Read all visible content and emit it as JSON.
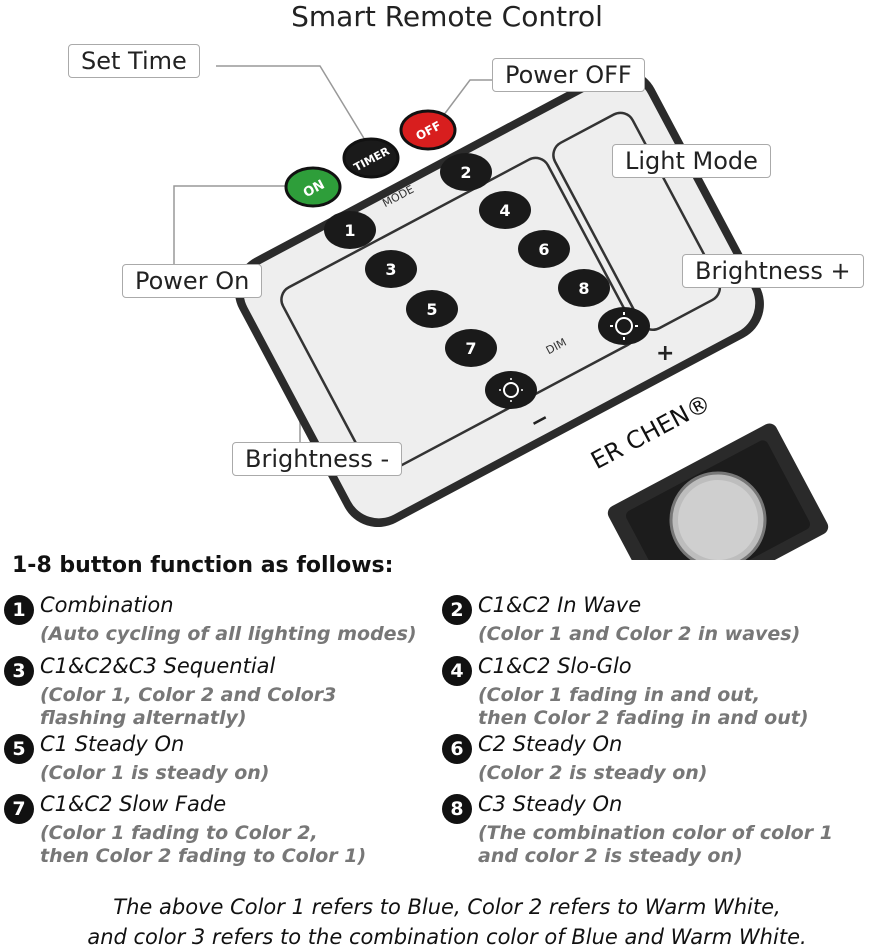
{
  "title": "Smart Remote Control",
  "callouts": {
    "set_time": "Set Time",
    "power_off": "Power OFF",
    "light_mode": "Light Mode",
    "power_on": "Power On",
    "brightness_plus": "Brightness +",
    "brightness_minus": "Brightness -"
  },
  "remote": {
    "on_label": "ON",
    "timer_label": "TIMER",
    "off_label": "OFF",
    "mode_label": "MODE",
    "dim_label": "DIM",
    "plus_label": "+",
    "minus_label": "−",
    "brand": "ER CHEN®",
    "numbers": [
      "1",
      "2",
      "3",
      "4",
      "5",
      "6",
      "7",
      "8"
    ],
    "colors": {
      "on": "#2e9e3a",
      "off": "#d81e1e",
      "body": "#efefef",
      "button": "#1a1a1a"
    }
  },
  "functions": {
    "heading": "1-8 button function as follows:",
    "items": [
      {
        "num": "1",
        "name": "Combination",
        "desc": "(Auto cycling of all lighting modes)"
      },
      {
        "num": "2",
        "name": "C1&C2 In Wave",
        "desc": "(Color 1 and Color 2 in waves)"
      },
      {
        "num": "3",
        "name": "C1&C2&C3 Sequential",
        "desc": "(Color 1, Color 2 and Color3\nflashing alternatly)"
      },
      {
        "num": "4",
        "name": "C1&C2 Slo-Glo",
        "desc": "(Color 1 fading in and out,\nthen Color 2 fading in and out)"
      },
      {
        "num": "5",
        "name": "C1 Steady On",
        "desc": "(Color 1 is steady on)"
      },
      {
        "num": "6",
        "name": "C2 Steady On",
        "desc": "(Color 2 is steady on)"
      },
      {
        "num": "7",
        "name": "C1&C2 Slow Fade",
        "desc": "(Color 1 fading to Color 2,\nthen Color 2 fading to Color 1)"
      },
      {
        "num": "8",
        "name": "C3 Steady On",
        "desc": "(The combination color of color 1\nand color 2 is steady on)"
      }
    ]
  },
  "footer": {
    "line1": "The above Color 1 refers to Blue, Color 2 refers to Warm White,",
    "line2": "and color 3 refers to the combination color of Blue and Warm White."
  }
}
